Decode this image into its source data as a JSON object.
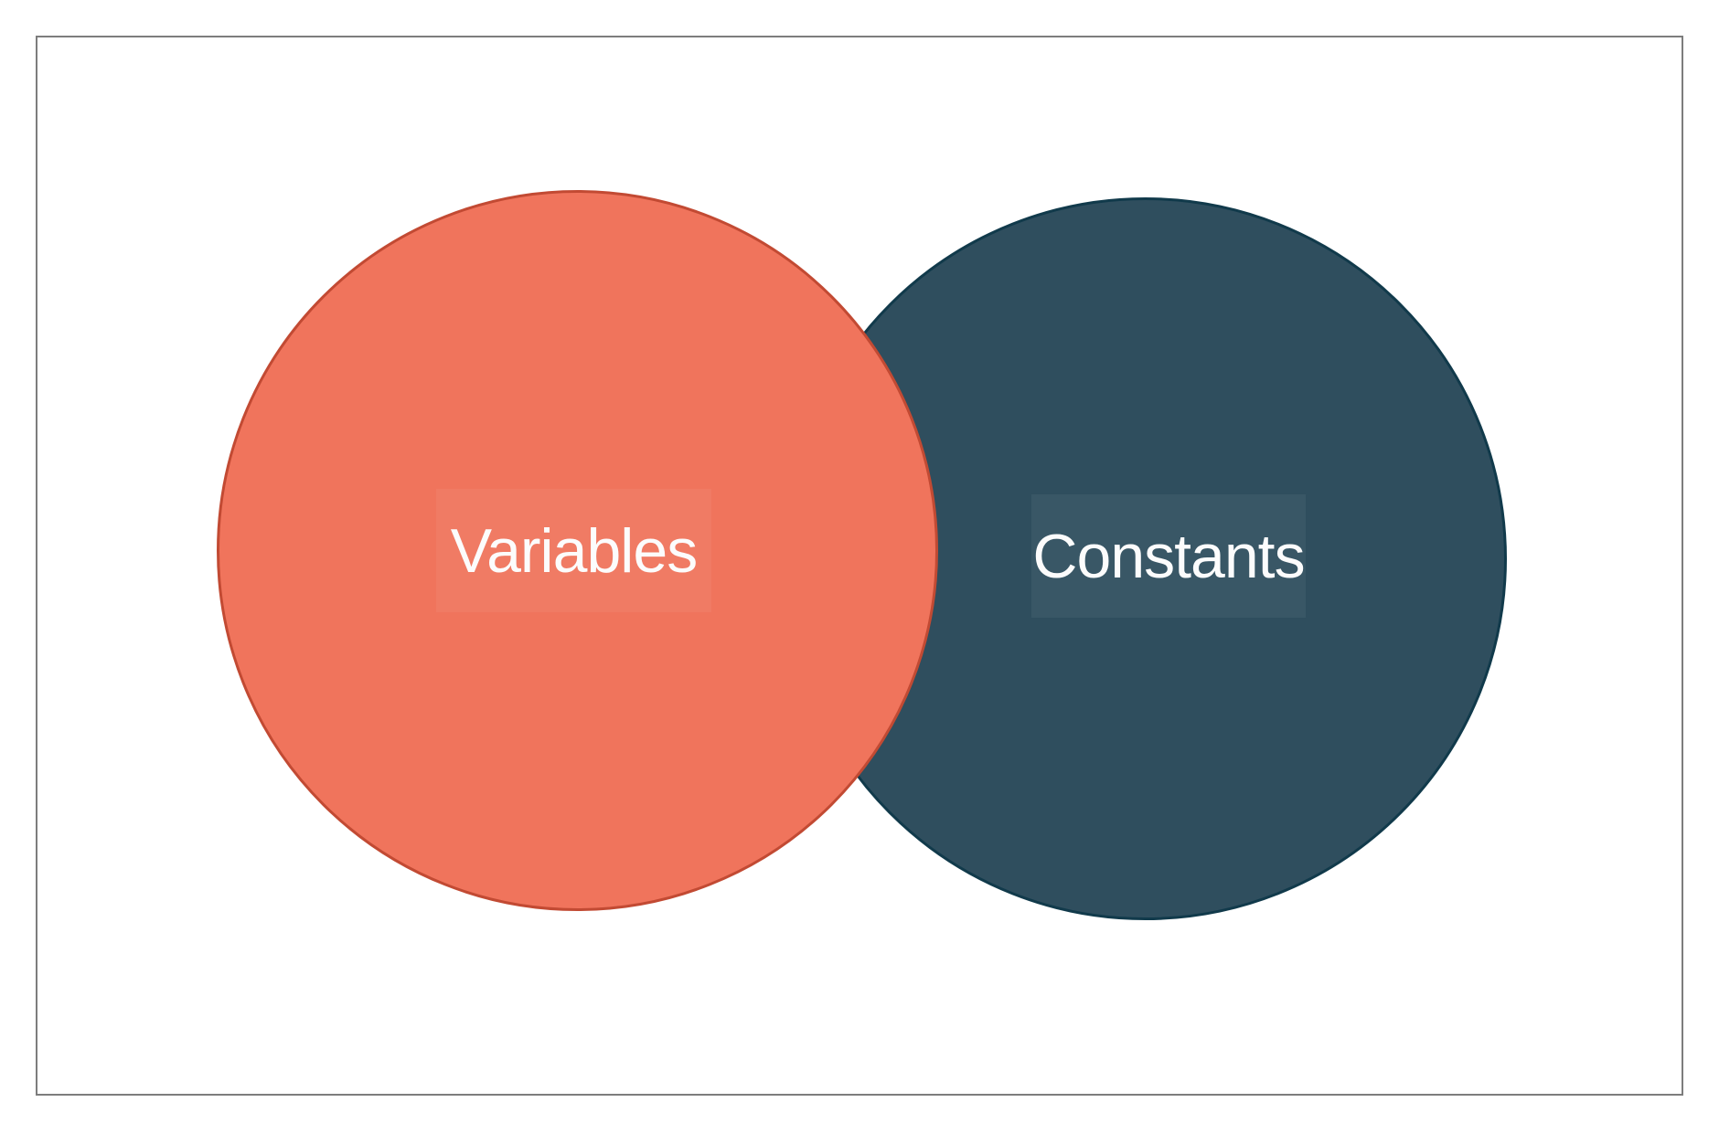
{
  "diagram": {
    "background": "#ffffff",
    "frame": {
      "border_color": "#7d7d7d"
    },
    "sets": [
      {
        "id": "variables",
        "label": "Variables",
        "fill": "#f0745c",
        "border_color": "#c24a33",
        "text_color": "#fcfcfc"
      },
      {
        "id": "constants",
        "label": "Constants",
        "fill": "#2f4e5e",
        "border_color": "#113a4b",
        "text_color": "#fcfcfc"
      }
    ]
  }
}
